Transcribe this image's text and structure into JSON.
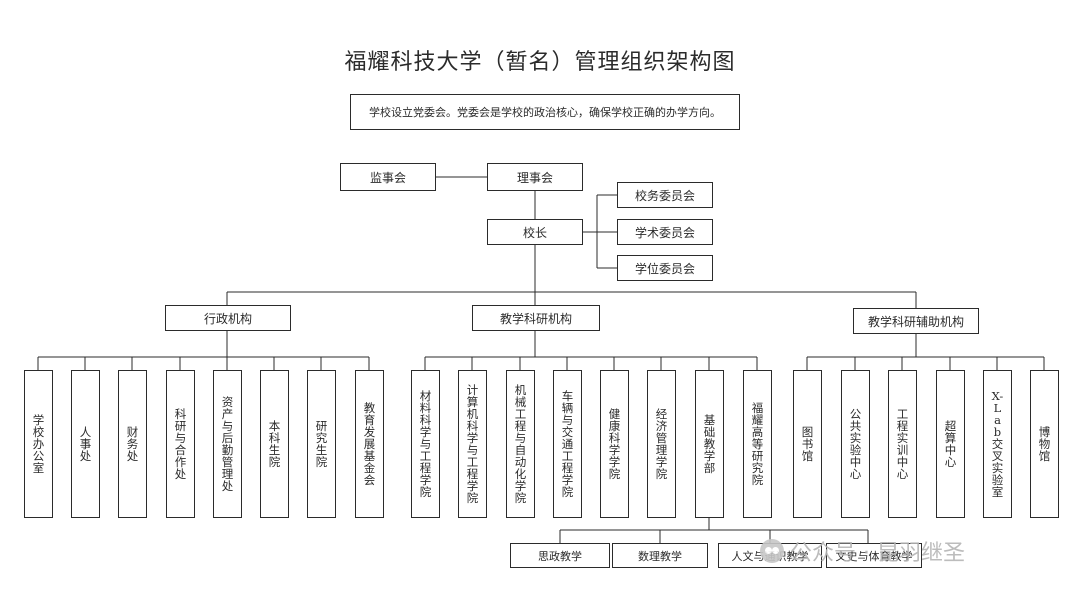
{
  "title": "福耀科技大学（暂名）管理组织架构图",
  "note": "学校设立党委会。党委会是学校的政治核心，确保学校正确的办学方向。",
  "top": {
    "supervisory": "监事会",
    "board": "理事会",
    "president": "校长",
    "committees": [
      "校务委员会",
      "学术委员会",
      "学位委员会"
    ]
  },
  "groups": {
    "admin": {
      "label": "行政机构",
      "items": [
        "学校办公室",
        "人事处",
        "财务处",
        "科研与合作处",
        "资产与后勤管理处",
        "本科生院",
        "研究生院",
        "教育发展基金会"
      ]
    },
    "academic": {
      "label": "教学科研机构",
      "items": [
        "材料科学与工程学院",
        "计算机科学与工程学院",
        "机械工程与自动化学院",
        "车辆与交通工程学院",
        "健康科学学院",
        "经济管理学院",
        "基础教学部",
        "福耀高等研究院"
      ],
      "basic_teaching_sub": [
        "思政教学",
        "数理教学",
        "人文与通识教学",
        "文史与体育教学"
      ]
    },
    "support": {
      "label": "教学科研辅助机构",
      "items": [
        "图书馆",
        "公共实验中心",
        "工程实训中心",
        "超算中心",
        "X-Lab交叉实验室",
        "博物馆"
      ]
    }
  },
  "watermark": {
    "text": "公众号 · 昆羽继圣",
    "icon": "wechat-icon"
  }
}
